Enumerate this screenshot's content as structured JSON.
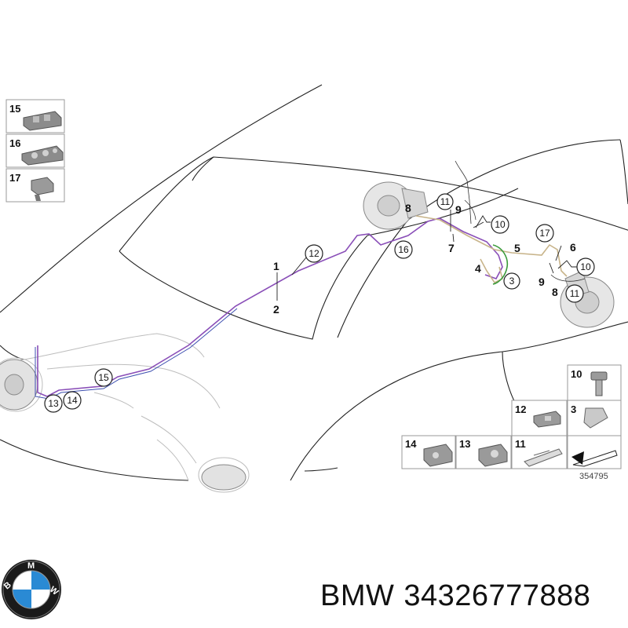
{
  "diagram": {
    "reference_number": "354795",
    "callouts": [
      {
        "id": "c1",
        "text": "1",
        "circled": false
      },
      {
        "id": "c2",
        "text": "2",
        "circled": false
      },
      {
        "id": "c12",
        "text": "12",
        "circled": true
      },
      {
        "id": "c16",
        "text": "16",
        "circled": true
      },
      {
        "id": "c7",
        "text": "7",
        "circled": false
      },
      {
        "id": "c8a",
        "text": "8",
        "circled": false
      },
      {
        "id": "c11a",
        "text": "11",
        "circled": true
      },
      {
        "id": "c9a",
        "text": "9",
        "circled": false
      },
      {
        "id": "c10a",
        "text": "10",
        "circled": true
      },
      {
        "id": "c5",
        "text": "5",
        "circled": false
      },
      {
        "id": "c4",
        "text": "4",
        "circled": false
      },
      {
        "id": "c3",
        "text": "3",
        "circled": true
      },
      {
        "id": "c17",
        "text": "17",
        "circled": true
      },
      {
        "id": "c6",
        "text": "6",
        "circled": false
      },
      {
        "id": "c10b",
        "text": "10",
        "circled": true
      },
      {
        "id": "c9b",
        "text": "9",
        "circled": false
      },
      {
        "id": "c8b",
        "text": "8",
        "circled": false
      },
      {
        "id": "c11b",
        "text": "11",
        "circled": true
      },
      {
        "id": "c15",
        "text": "15",
        "circled": true
      },
      {
        "id": "c13",
        "text": "13",
        "circled": true
      },
      {
        "id": "c14",
        "text": "14",
        "circled": true
      }
    ],
    "left_parts": [
      {
        "number": "15",
        "icon": "clip-holder-icon"
      },
      {
        "number": "16",
        "icon": "clip-holder-double-icon"
      },
      {
        "number": "17",
        "icon": "clip-bracket-icon"
      }
    ],
    "right_parts": [
      {
        "number": "10",
        "icon": "bolt-icon"
      },
      {
        "number": "12",
        "icon": "holder-icon"
      },
      {
        "number": "3",
        "icon": "spring-clip-icon"
      },
      {
        "number": "14",
        "icon": "bracket-icon"
      },
      {
        "number": "13",
        "icon": "bracket-icon"
      },
      {
        "number": "11",
        "icon": "spring-plate-icon"
      },
      {
        "number": "",
        "icon": "arrow-icon"
      }
    ]
  },
  "footer": {
    "brand": "BMW",
    "part_number": "34326777888"
  },
  "colors": {
    "purple_line": "#8a4fb8",
    "beige_line": "#c8b48a",
    "green_line": "#3a9a3a"
  }
}
